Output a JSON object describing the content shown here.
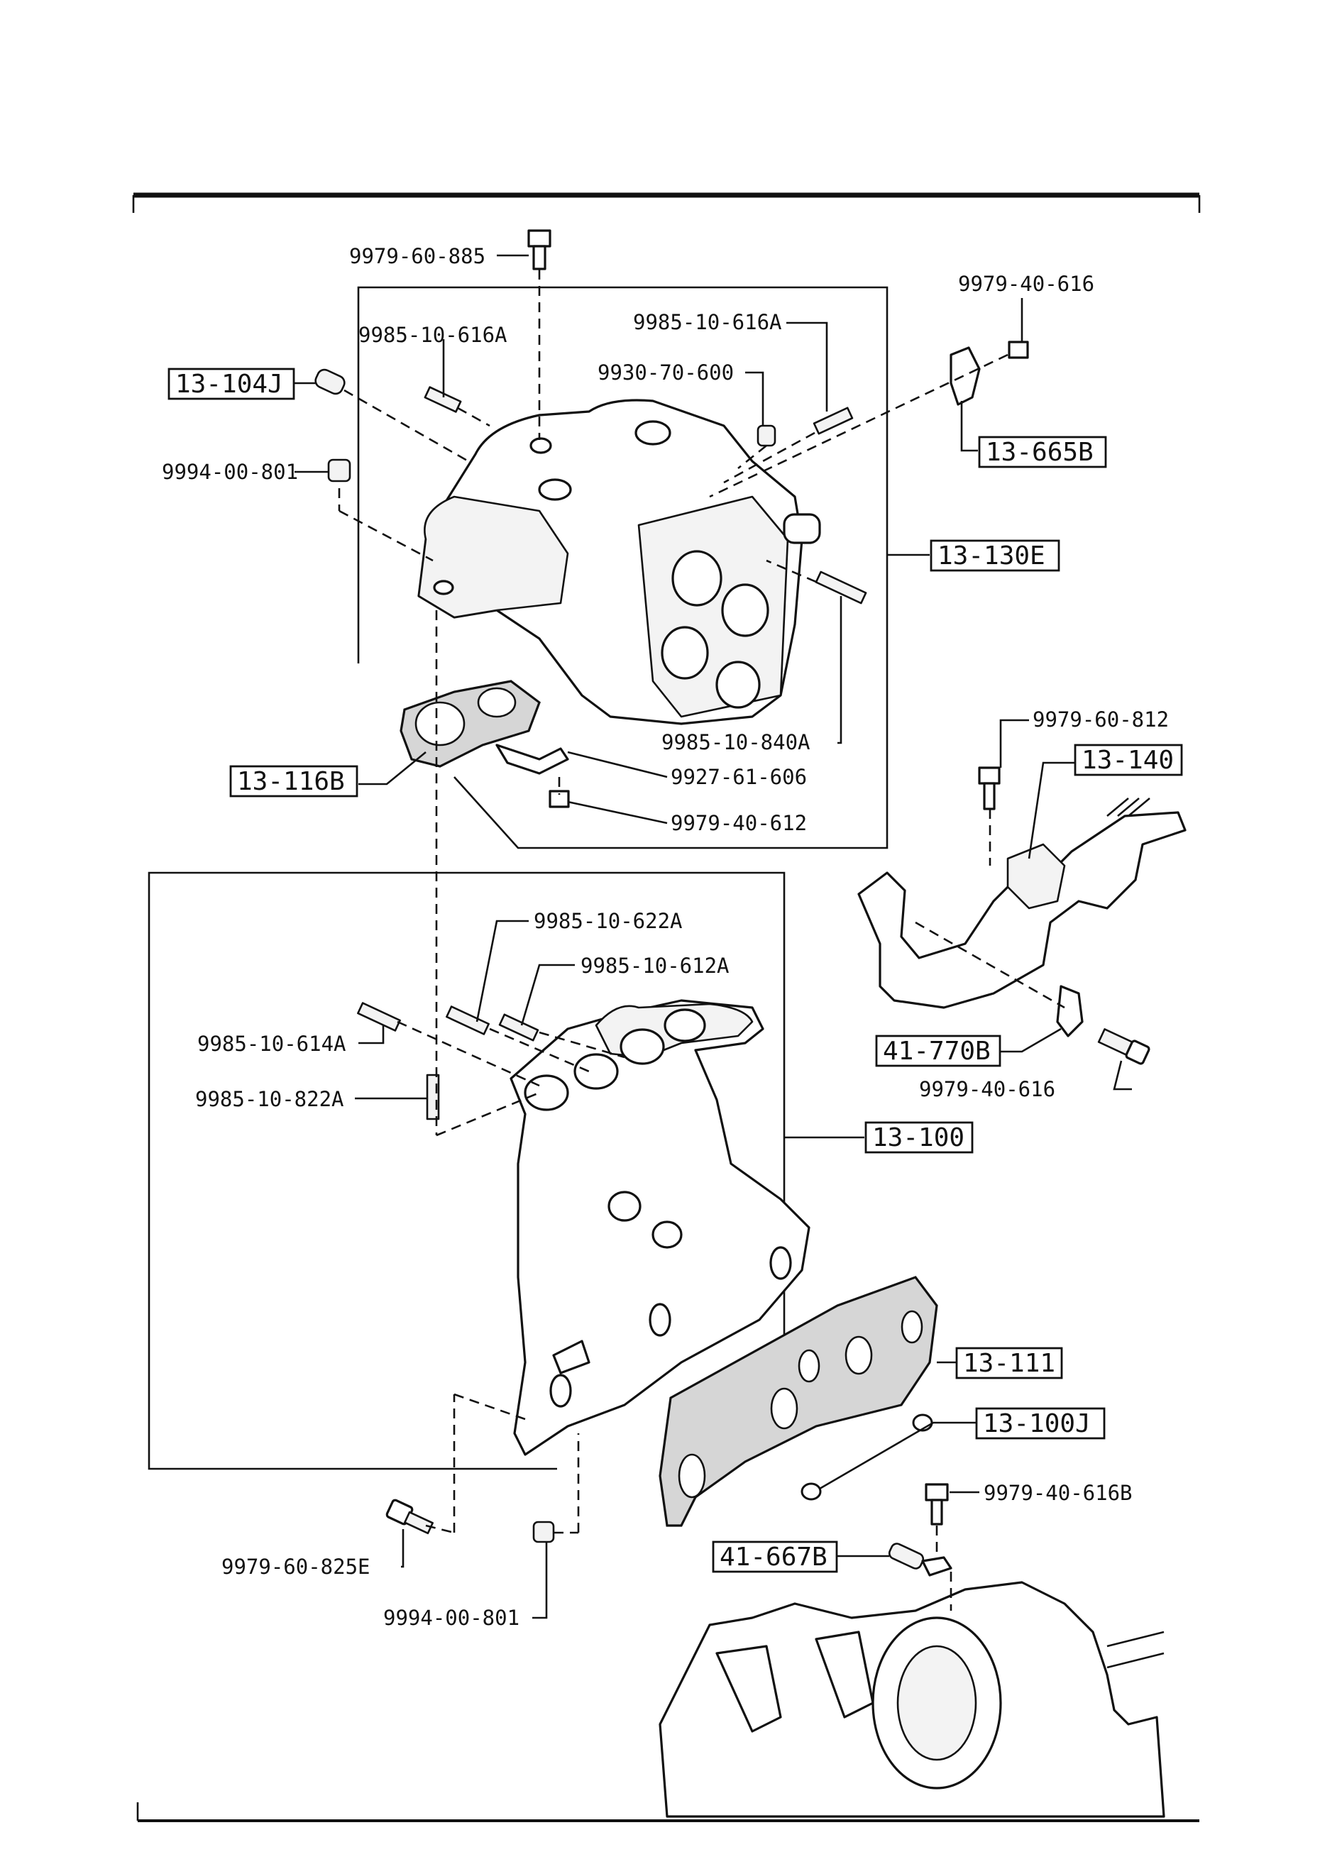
{
  "parts": {
    "p_9979_60_885": "9979-60-885",
    "p_9985_10_616A_left": "9985-10-616A",
    "p_9985_10_616A_right": "9985-10-616A",
    "p_9930_70_600": "9930-70-600",
    "p_9979_40_616_top": "9979-40-616",
    "p_9994_00_801_top": "9994-00-801",
    "p_9985_10_840A": "9985-10-840A",
    "p_9927_61_606": "9927-61-606",
    "p_9979_40_612": "9979-40-612",
    "p_9979_60_812": "9979-60-812",
    "p_9985_10_622A": "9985-10-622A",
    "p_9985_10_612A": "9985-10-612A",
    "p_9985_10_614A": "9985-10-614A",
    "p_9985_10_822A": "9985-10-822A",
    "p_9979_40_616_right": "9979-40-616",
    "p_9979_40_616B": "9979-40-616B",
    "p_9979_60_825E": "9979-60-825E",
    "p_9994_00_801_bottom": "9994-00-801"
  },
  "boxed": {
    "b_13_104J": "13-104J",
    "b_13_665B": "13-665B",
    "b_13_130E": "13-130E",
    "b_13_116B": "13-116B",
    "b_13_140": "13-140",
    "b_41_770B": "41-770B",
    "b_13_100": "13-100",
    "b_13_111": "13-111",
    "b_13_100J": "13-100J",
    "b_41_667B": "41-667B"
  }
}
